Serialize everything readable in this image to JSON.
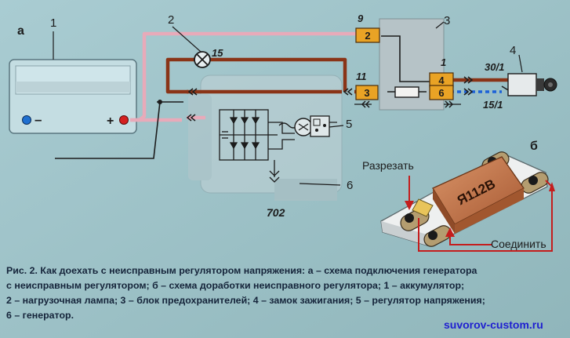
{
  "labels": {
    "panel_a": "а",
    "panel_b": "б",
    "n1": "1",
    "n2": "2",
    "n3": "3",
    "n4": "4",
    "n5": "5",
    "n6": "6",
    "n9": "9",
    "n11": "11",
    "n1_block": "1",
    "n15": "15",
    "n30_1": "30/1",
    "n15_1": "15/1",
    "n702": "702",
    "minus": "–",
    "plus": "+",
    "fuse2": "2",
    "fuse3": "3",
    "fuse4": "4",
    "fuse6": "6",
    "chip": "Я112В",
    "cut": "Разрезать",
    "join": "Соединить"
  },
  "caption": {
    "line1": "Рис. 2. Как доехать с неисправным регулятором напряжения: а – схема подключения генератора",
    "line2": "с неисправным регулятором; б – схема доработки неисправного регулятора;  1 – аккумулятор;",
    "line3": "2 – нагрузочная лампа; 3 – блок предохранителей; 4 – замок зажигания; 5 – регулятор напряжения;",
    "line4": "6 – генератор."
  },
  "watermark": "suvorov-custom.ru",
  "colors": {
    "background": "#9fc3c8",
    "pink_wire": "#e8aab9",
    "brown_wire": "#8a3417",
    "fuse_orange": "#e9a325",
    "chip_body": "#c97d52",
    "watermark": "#1f1fd0"
  }
}
